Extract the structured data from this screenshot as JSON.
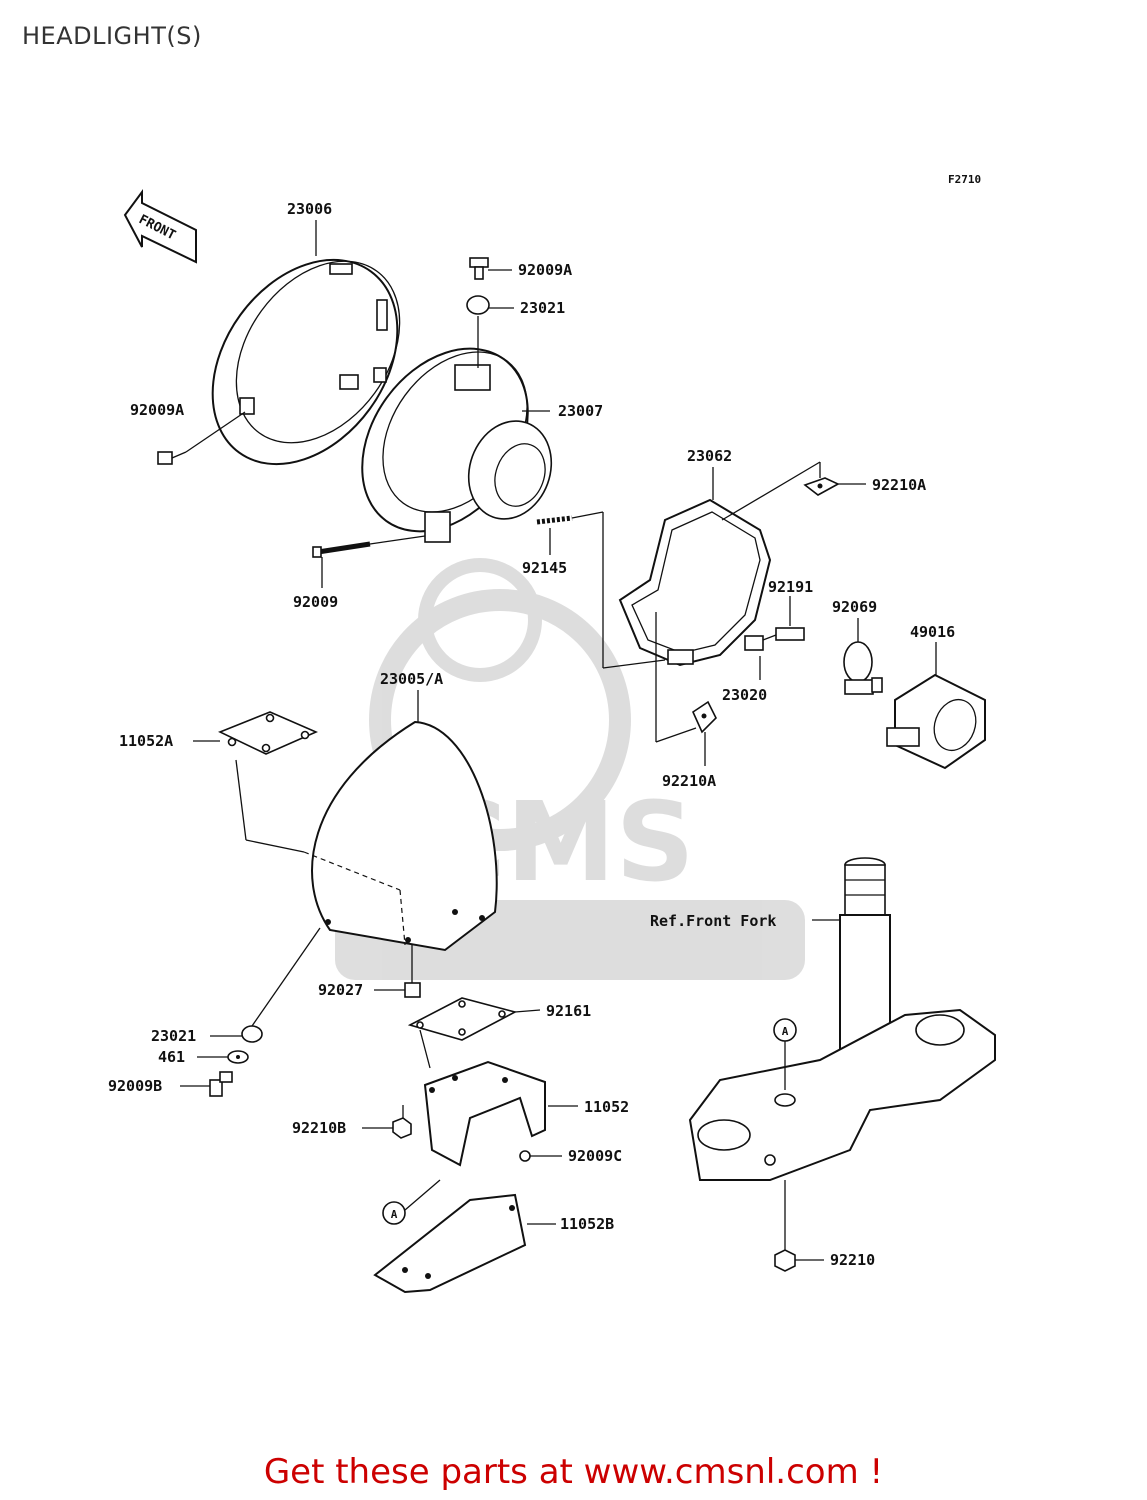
{
  "page": {
    "title": "HEADLIGHT(S)",
    "footer": "Get these parts at www.cmsnl.com !",
    "footer_color": "#cc0000",
    "figure_code": "F2710",
    "front_marker": "FRONT",
    "ref_note": "Ref.Front Fork",
    "ref_marker": "A",
    "watermark": "CMS WWW.CMSNL.COM"
  },
  "labels": {
    "p23006": "23006",
    "p92009A_top": "92009A",
    "p23021_top": "23021",
    "p92009A_left": "92009A",
    "p23007": "23007",
    "p23062": "23062",
    "p92210A_top": "92210A",
    "p92145": "92145",
    "p92009": "92009",
    "p92191": "92191",
    "p92069": "92069",
    "p49016": "49016",
    "p23005A": "23005/A",
    "p23020": "23020",
    "p11052A": "11052A",
    "p92210A_bottom": "92210A",
    "p92027": "92027",
    "p92161": "92161",
    "p23021_bottom": "23021",
    "p461": "461",
    "p92009B": "92009B",
    "p11052": "11052",
    "p92210B": "92210B",
    "p92009C": "92009C",
    "p11052B": "11052B",
    "p92210": "92210"
  }
}
